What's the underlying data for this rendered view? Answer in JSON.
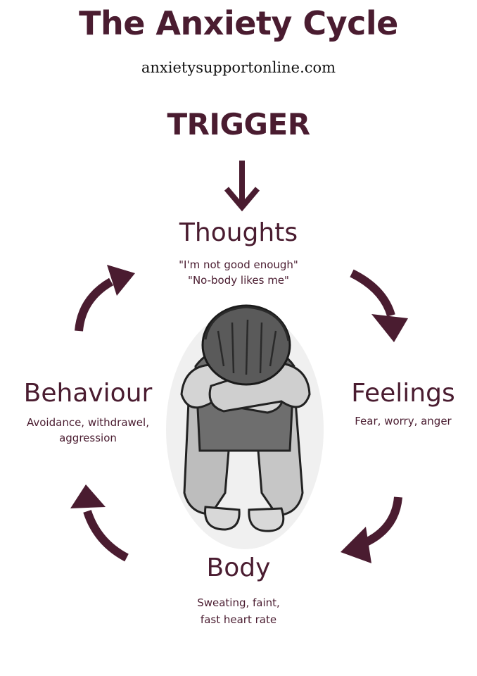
{
  "header": {
    "title": "The Anxiety Cycle",
    "website": "anxietysupportonline.com",
    "trigger": "TRIGGER"
  },
  "cycle": {
    "thoughts": {
      "label": "Thoughts",
      "lines": [
        "\"I'm not good enough\"",
        "\"No-body likes me\""
      ]
    },
    "feelings": {
      "label": "Feelings",
      "lines": [
        "Fear, worry, anger"
      ]
    },
    "body": {
      "label": "Body",
      "lines": [
        "Sweating, faint,",
        "fast heart rate"
      ]
    },
    "behaviour": {
      "label": "Behaviour",
      "lines": [
        "Avoidance, withdrawel,",
        "aggression"
      ]
    }
  },
  "colors": {
    "accent": "#4a1c30"
  }
}
